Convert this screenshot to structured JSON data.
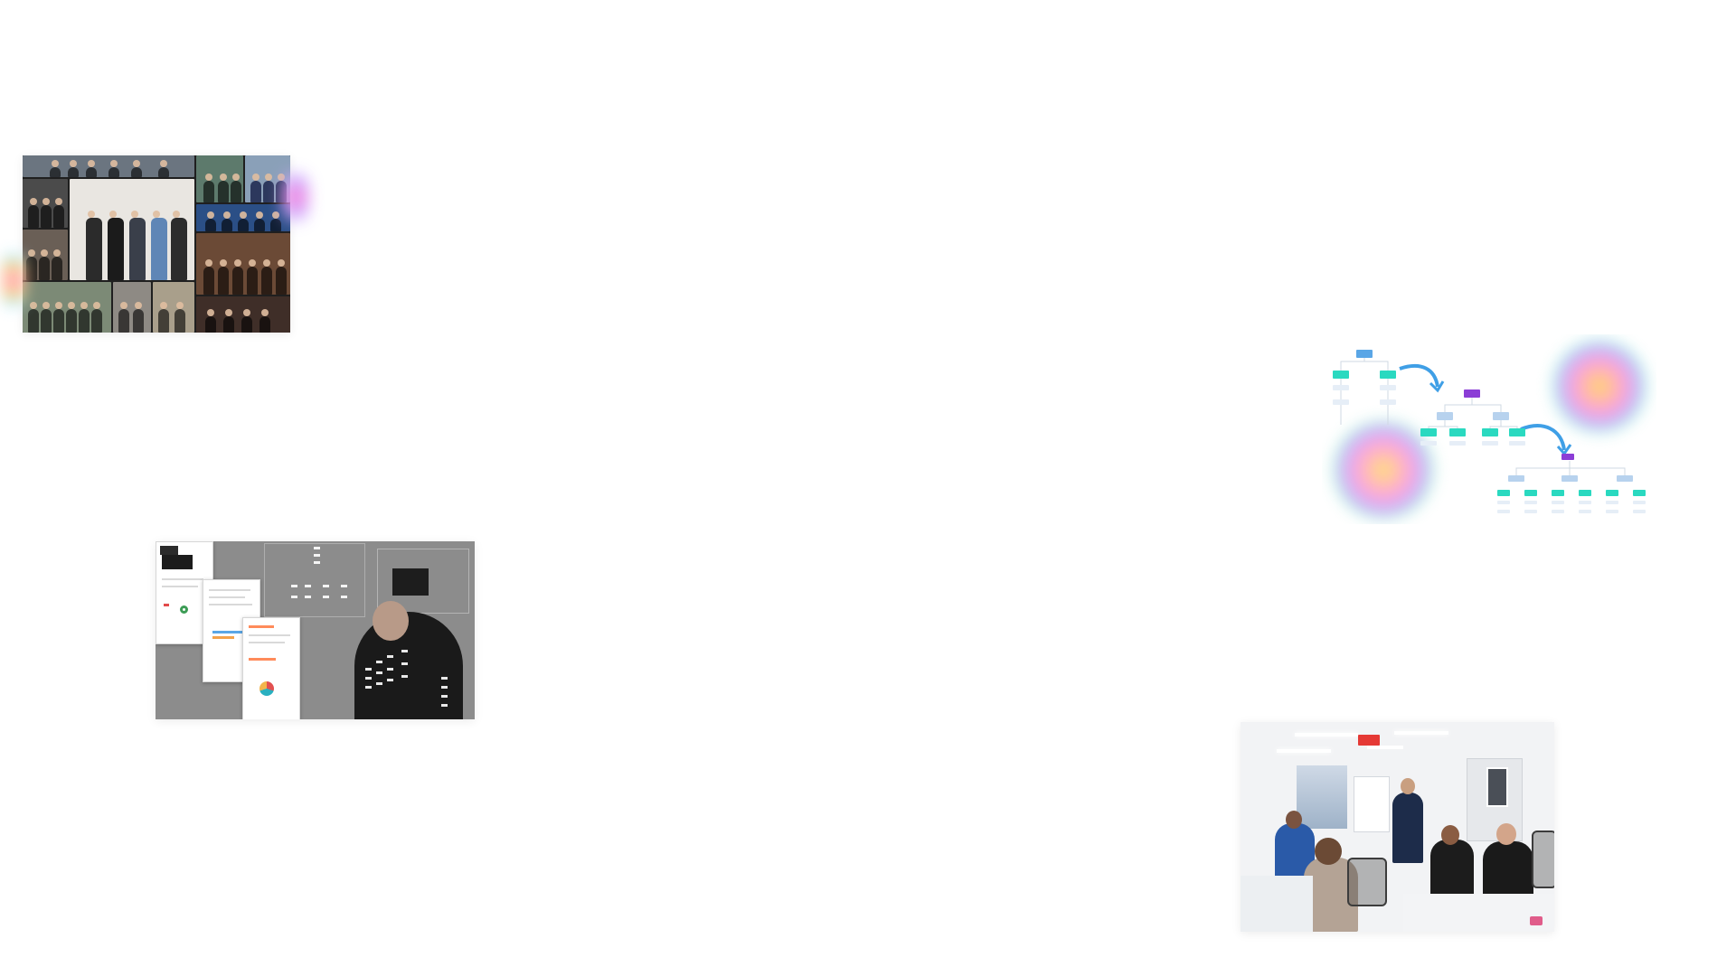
{
  "page": {
    "background": "#ffffff"
  },
  "images": {
    "team_collage": {
      "name": "team-photo-collage"
    },
    "presentation": {
      "name": "presentation-dashboard-image"
    },
    "org_chart": {
      "name": "org-chart-diagram"
    },
    "office_meeting": {
      "name": "office-meeting-photo"
    }
  },
  "colors": {
    "chart_blue": "#5aa6e6",
    "chart_teal": "#2ad9c0",
    "chart_purple": "#8b3dd6",
    "chart_arrow": "#3f9fe6",
    "exit_sign": "#e53935"
  }
}
